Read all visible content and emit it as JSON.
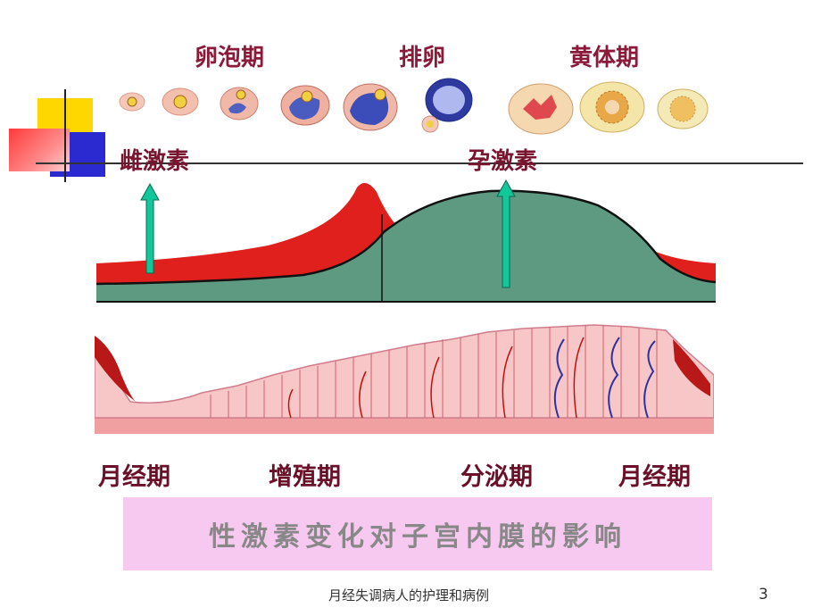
{
  "phases": {
    "follicular": "卵泡期",
    "ovulation": "排卵",
    "luteal": "黄体期"
  },
  "hormones": {
    "estrogen": "雌激素",
    "progesterone": "孕激素"
  },
  "stages": {
    "menstrual_1": "月经期",
    "proliferative": "增殖期",
    "secretory": "分泌期",
    "menstrual_2": "月经期"
  },
  "caption": "性激素变化对子宫内膜的影响",
  "footer": {
    "title": "月经失调病人的护理和病例",
    "page_number": "3"
  },
  "colors": {
    "estrogen_curve": "#e0201c",
    "progesterone_curve": "#5e9a82",
    "arrow": "#12c79a",
    "caption_bg": "#f7c8f0",
    "text_dark_red": "#8b1a3a"
  }
}
